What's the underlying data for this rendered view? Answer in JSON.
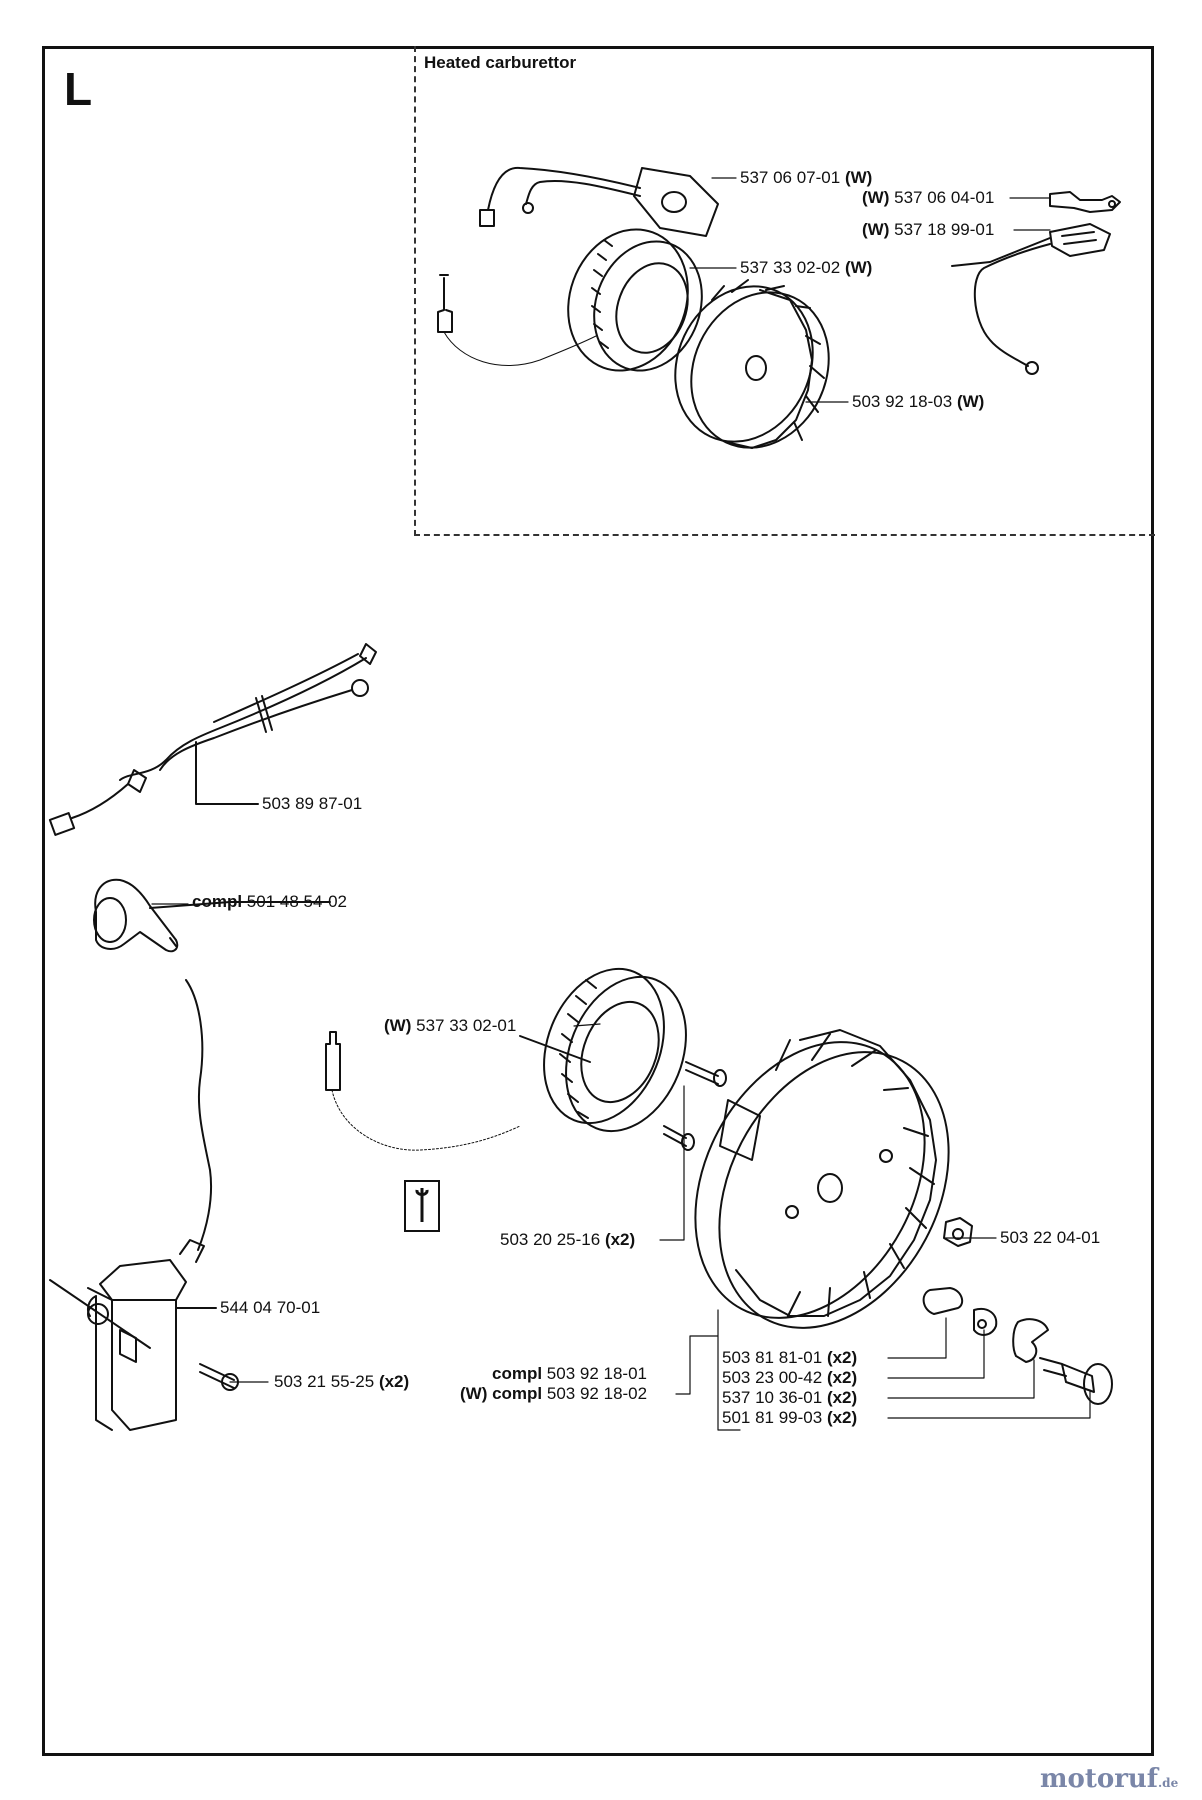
{
  "section_letter": "L",
  "inset_title": "Heated carburettor",
  "labels": {
    "p1": {
      "num": "537 06 07-01",
      "tag": "(W)"
    },
    "p2": {
      "num": "537 06 04-01",
      "tag": "(W)"
    },
    "p3": {
      "num": "537 18 99-01",
      "tag": "(W)"
    },
    "p4": {
      "num": "537 33 02-02",
      "tag": "(W)"
    },
    "p5": {
      "num": "503 92 18-03",
      "tag": "(W)"
    },
    "p6": {
      "num": "503 89 87-01"
    },
    "p7": {
      "prefix": "compl",
      "num": "501 48 54-02"
    },
    "p8": {
      "num": "537 33 02-01",
      "tag": "(W)"
    },
    "p9": {
      "num": "503 20 25-16",
      "tag": "(x2)"
    },
    "p10": {
      "num": "503 22 04-01"
    },
    "p11": {
      "num": "544 04 70-01"
    },
    "p12": {
      "num": "503 21 55-25",
      "tag": "(x2)"
    },
    "p13": {
      "prefix": "compl",
      "num": "503 92 18-01"
    },
    "p14": {
      "prefix": "(W) compl",
      "num": "503 92 18-02"
    },
    "p15": {
      "num": "503 81 81-01",
      "tag": "(x2)"
    },
    "p16": {
      "num": "503 23 00-42",
      "tag": "(x2)"
    },
    "p17": {
      "num": "537 10 36-01",
      "tag": "(x2)"
    },
    "p18": {
      "num": "501 81 99-03",
      "tag": "(x2)"
    }
  },
  "watermark": {
    "brand": "motoruf",
    "suffix": ".de"
  },
  "colors": {
    "line": "#111111",
    "watermark": "#7a86a8"
  }
}
